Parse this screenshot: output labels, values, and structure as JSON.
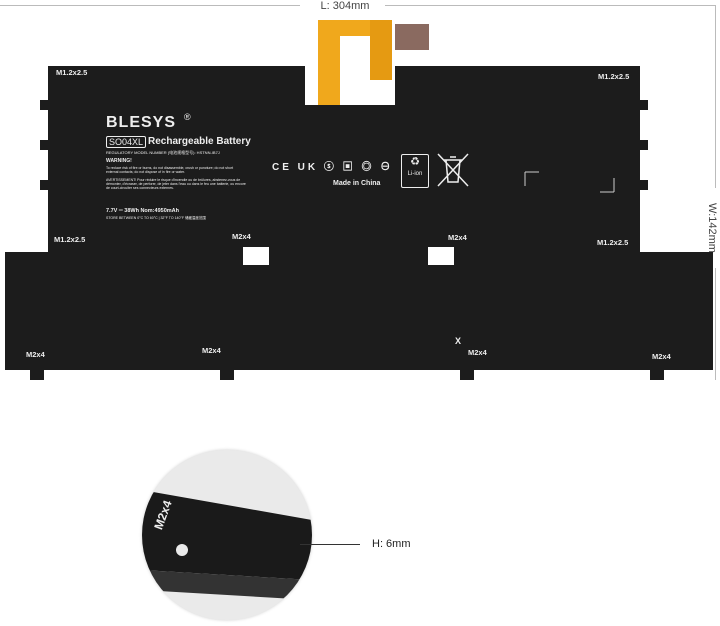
{
  "dimensions": {
    "length": "L: 304mm",
    "width": "W:142mm",
    "height": "H: 6mm"
  },
  "label": {
    "brand": "BLESYS",
    "registered": "®",
    "model": "SO04XL",
    "title": "Rechargeable Battery",
    "regulatory": "REGULATORY MODEL NUMBER (电池规格型号): HSTNN-IB7J",
    "warning": "WARNING!",
    "warning_text": "To reduce risk of fire or burns, do not disassemble, crush or puncture; do not short external contacts; do not dispose of in fire or water.",
    "avertissement": "AVERTISSEMENT! Pour réduire le risque d'incendie ou de brûlures, abstenez-vous de démonter, d'écraser, de perforer, de jeter dans l'eau ou dans le feu une batterie, ou encore de court-circuiter ses connecteurs externes.",
    "specs": "7.7V ═ 38Wh Nom:4950mAh",
    "store": "STORE BETWEEN 0°C TO 60°C | 32°F TO 140°F 储藏温度范围",
    "made_in": "Made in China",
    "li_ion": "Li-ion"
  },
  "screw_labels": {
    "top_left": "M1.2x2.5",
    "top_right": "M1.2x2.5",
    "mid_left": "M1.2x2.5",
    "mid_right": "M1.2x2.5",
    "center_left": "M2x4",
    "center_right": "M2x4",
    "bottom_1": "M2x4",
    "bottom_2": "M2x4",
    "bottom_3": "M2x4",
    "bottom_4": "M2x4",
    "x_mark": "X"
  },
  "detail_label": "M2x4",
  "colors": {
    "battery": "#1c1c1c",
    "flex_cable": "#f0a81c",
    "connector": "#8a6a60"
  }
}
